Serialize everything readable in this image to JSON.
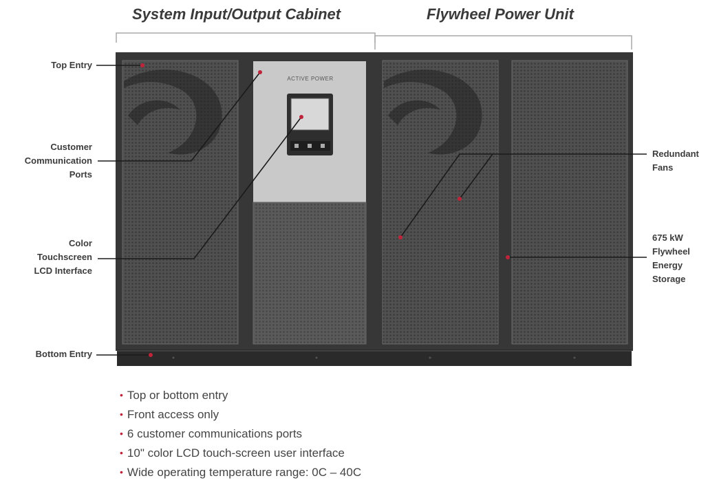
{
  "headers": {
    "io_cabinet": "System Input/Output Cabinet",
    "flywheel_unit": "Flywheel Power Unit"
  },
  "callouts": {
    "top_entry": "Top Entry",
    "customer_ports": "Customer\nCommunication\nPorts",
    "touchscreen": "Color\nTouchscreen\nLCD Interface",
    "bottom_entry": "Bottom Entry",
    "redundant_fans": "Redundant\nFans",
    "energy_storage": "675 kW\nFlywheel\nEnergy\nStorage"
  },
  "brand": "ACTIVE POWER",
  "features": [
    "Top or bottom entry",
    "Front access only",
    "6 customer communications ports",
    "10\" color LCD touch-screen user interface",
    "Wide operating temperature range: 0C – 40C"
  ],
  "colors": {
    "cabinet": "#3b3b3b",
    "panel_mesh": "#4e4e4e",
    "control_panel": "#c9c9c9",
    "marker": "#c0243a"
  }
}
